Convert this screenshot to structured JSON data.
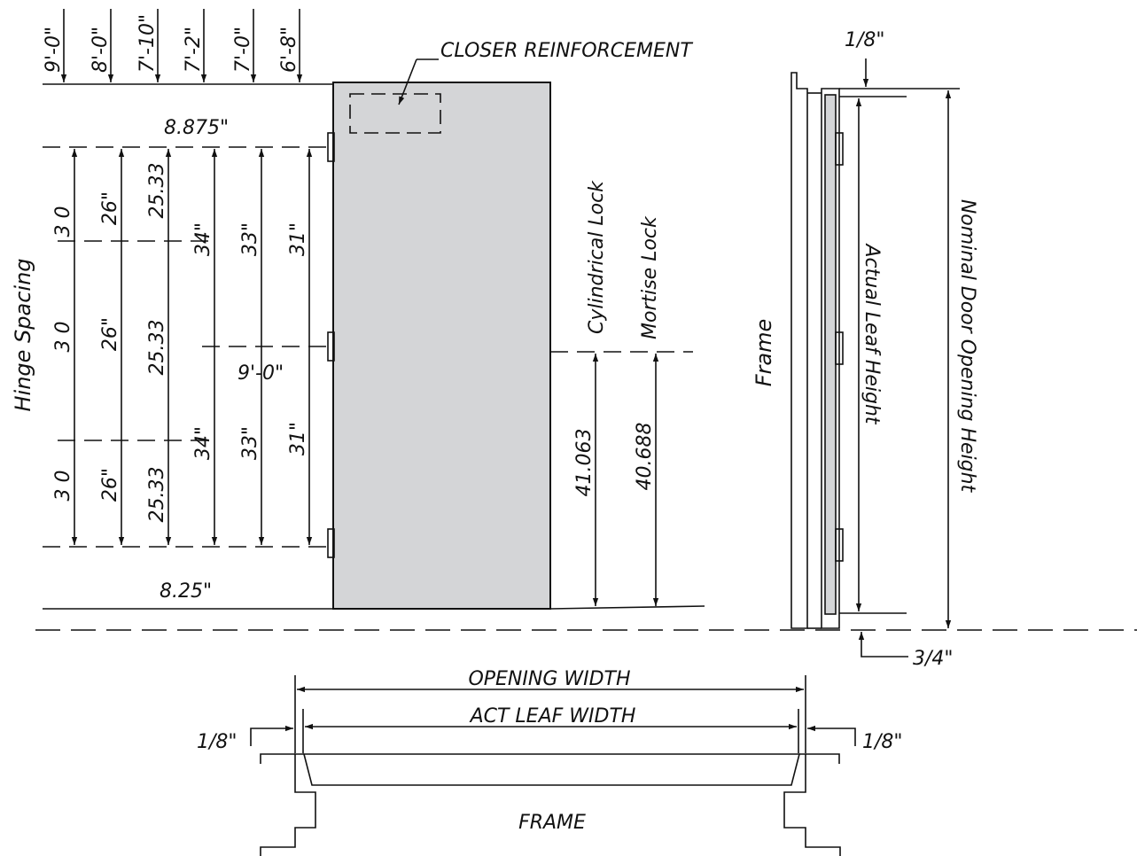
{
  "colors": {
    "line": "#111111",
    "door_fill": "#d4d5d7"
  },
  "heights": {
    "h_9_0": "9'-0\"",
    "h_8_0": "8'-0\"",
    "h_7_10": "7'-10\"",
    "h_7_2": "7'-2\"",
    "h_7_0": "7'-0\"",
    "h_6_8": "6'-8\""
  },
  "labels": {
    "closer_reinforcement": "CLOSER REINFORCEMENT",
    "top_offset": "8.875\"",
    "bottom_offset": "8.25\"",
    "hinge_spacing": "Hinge Spacing",
    "height_label": "9'-0\"",
    "cylindrical_lock": "Cylindrical Lock",
    "mortise_lock": "Mortise Lock",
    "cyl_lock_dim": "41.063",
    "mortise_lock_dim": "40.688",
    "frame_side": "Frame",
    "actual_leaf_height": "Actual Leaf Height",
    "nominal_opening_height": "Nominal Door Opening Height",
    "top_gap": "1/8\"",
    "bottom_gap": "3/4\"",
    "opening_width": "OPENING WIDTH",
    "act_leaf_width": "ACT LEAF WIDTH",
    "left_gap": "1/8\"",
    "right_gap": "1/8\"",
    "frame_plan": "FRAME"
  },
  "spacing": {
    "c1": [
      "3 0",
      "3 0",
      "3 0"
    ],
    "c2": [
      "26\"",
      "26\"",
      "26\""
    ],
    "c3": [
      "25.33",
      "25.33",
      "25.33"
    ],
    "c4": [
      "34\"",
      "34\""
    ],
    "c5": [
      "33\"",
      "33\""
    ],
    "c6": [
      "31\"",
      "31\""
    ]
  }
}
